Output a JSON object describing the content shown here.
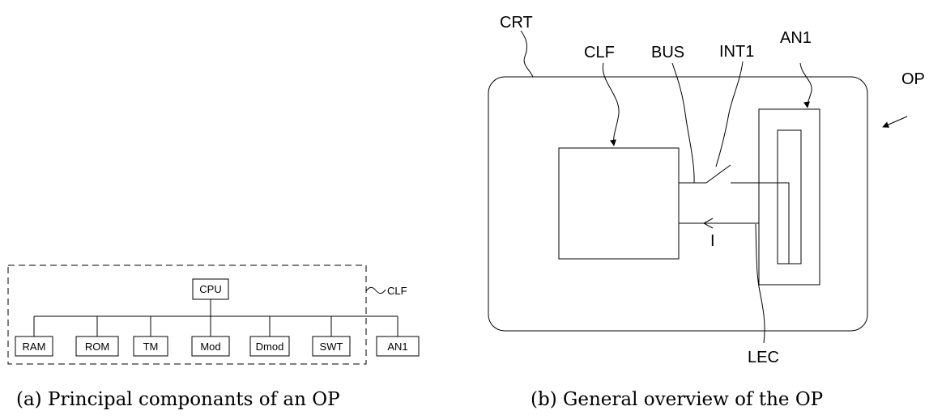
{
  "figure_a": {
    "caption": "(a) Principal componants of an OP",
    "cpu_label": "CPU",
    "clf_label": "CLF",
    "modules": [
      "RAM",
      "ROM",
      "TM",
      "Mod",
      "Dmod",
      "SWT"
    ],
    "external_module": "AN1"
  },
  "figure_b": {
    "caption": "(b) General overview of the OP",
    "labels": {
      "crt": "CRT",
      "clf": "CLF",
      "bus": "BUS",
      "int1": "INT1",
      "an1": "AN1",
      "op": "OP",
      "lec": "LEC",
      "current": "I"
    }
  }
}
